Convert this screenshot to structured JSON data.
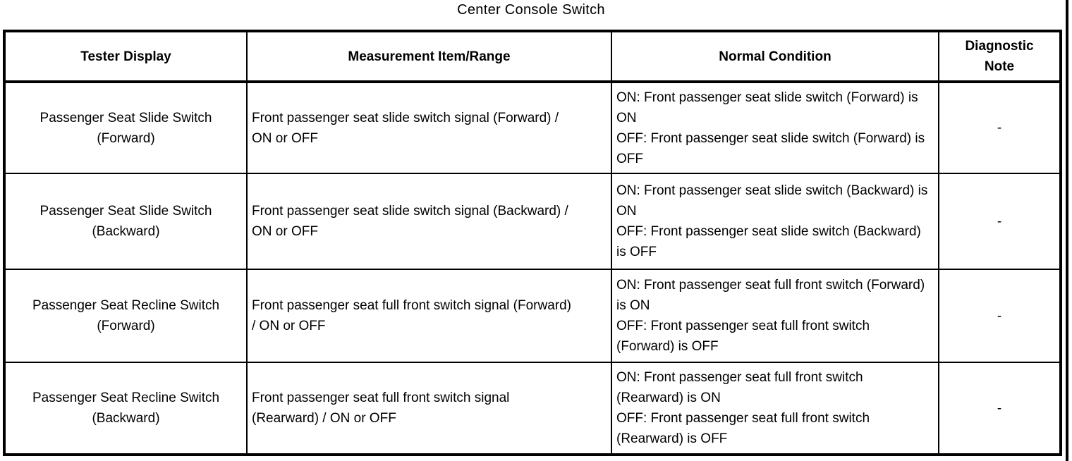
{
  "page": {
    "title": "Center Console Switch"
  },
  "table": {
    "headers": [
      "Tester Display",
      "Measurement Item/Range",
      "Normal Condition",
      "Diagnostic Note"
    ],
    "rows": [
      {
        "tester_display": "Passenger Seat Slide Switch (Forward)",
        "measurement": "Front passenger seat slide switch signal (Forward) / ON or OFF",
        "normal_condition": [
          "ON: Front passenger seat slide switch (Forward) is ON",
          "OFF: Front passenger seat slide switch (Forward) is OFF"
        ],
        "diagnostic_note": "-"
      },
      {
        "tester_display": "Passenger Seat Slide Switch (Backward)",
        "measurement": "Front passenger seat slide switch signal (Backward) / ON or OFF",
        "normal_condition": [
          "ON: Front passenger seat slide switch (Backward) is ON",
          "OFF: Front passenger seat slide switch (Backward) is OFF"
        ],
        "diagnostic_note": "-"
      },
      {
        "tester_display": "Passenger Seat Recline Switch (Forward)",
        "measurement": "Front passenger seat full front switch signal (Forward) / ON or OFF",
        "normal_condition": [
          "ON: Front passenger seat full front switch (Forward) is ON",
          "OFF: Front passenger seat full front switch (Forward) is OFF"
        ],
        "diagnostic_note": "-"
      },
      {
        "tester_display": "Passenger Seat Recline Switch (Backward)",
        "measurement": "Front passenger seat full front switch signal (Rearward) / ON or OFF",
        "normal_condition": [
          "ON: Front passenger seat full front switch (Rearward) is ON",
          "OFF: Front passenger seat full front switch (Rearward) is OFF"
        ],
        "diagnostic_note": "-"
      }
    ]
  }
}
